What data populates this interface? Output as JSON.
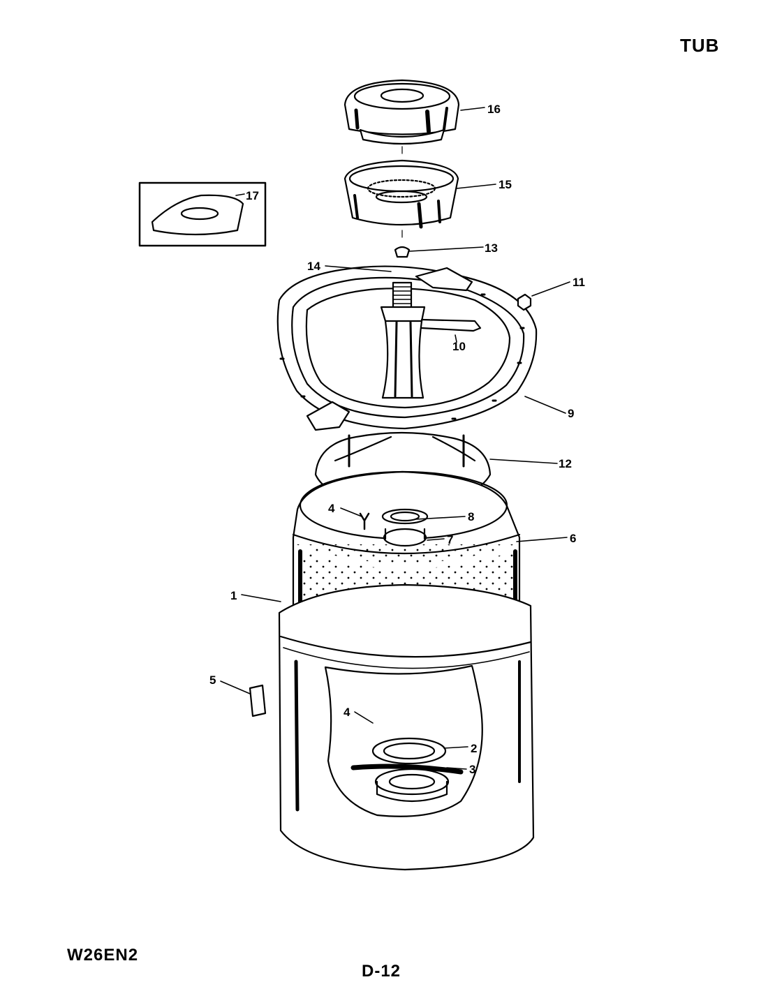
{
  "page": {
    "section_title": "TUB",
    "model_number": "W26EN2",
    "page_number": "D-12"
  },
  "callouts": {
    "c1": "1",
    "c2": "2",
    "c3": "3",
    "c4a": "4",
    "c4b": "4",
    "c5": "5",
    "c6": "6",
    "c7": "7",
    "c8": "8",
    "c9": "9",
    "c10": "10",
    "c11": "11",
    "c12": "12",
    "c13": "13",
    "c14": "14",
    "c15": "15",
    "c16": "16",
    "c17": "17"
  }
}
